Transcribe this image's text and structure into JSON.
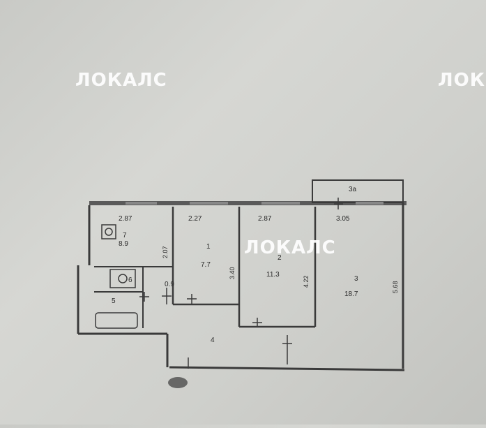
{
  "watermark": {
    "text": "ЛОКАЛС",
    "text_partial": "ЛОК"
  },
  "balcony": {
    "label": "3а"
  },
  "rooms": [
    {
      "id": "7",
      "area": "8.9",
      "width": "2.87",
      "depth": "2.07"
    },
    {
      "id": "1",
      "area": "7.7",
      "width": "2.27",
      "depth": "3.40"
    },
    {
      "id": "2",
      "area": "11.3",
      "width": "2.87",
      "depth": "4.22"
    },
    {
      "id": "3",
      "area": "18.7",
      "width": "3.05",
      "depth": "5.68"
    },
    {
      "id": "4",
      "area": ""
    },
    {
      "id": "5",
      "area": ""
    },
    {
      "id": "6",
      "area": ""
    }
  ],
  "misc": {
    "small_dim": "0.9"
  },
  "colors": {
    "wall": "#3a3a3a",
    "paper": "#d3d4d0",
    "watermark": "#ffffff"
  }
}
